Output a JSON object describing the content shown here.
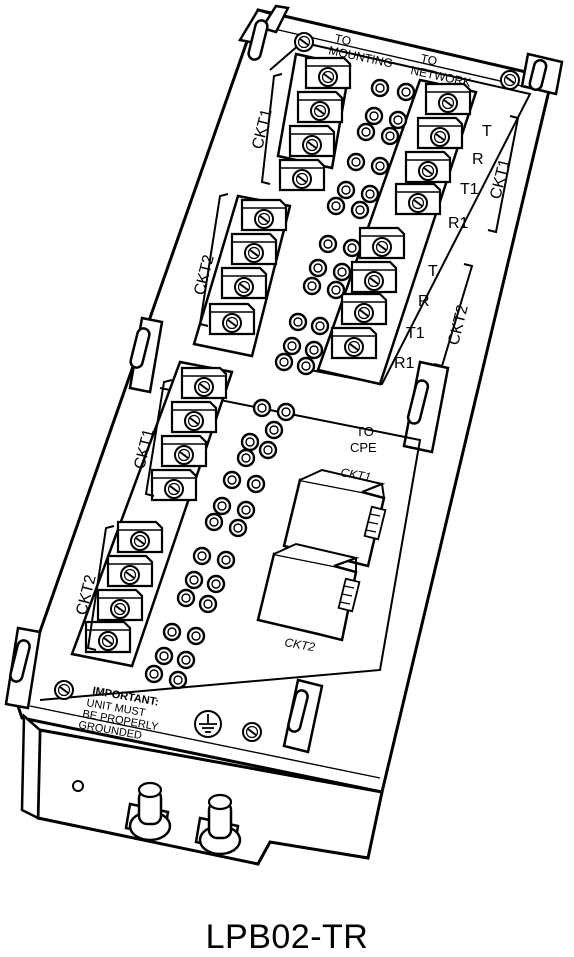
{
  "labels": {
    "to_mounting": [
      "TO",
      "MOUNTING"
    ],
    "to_network": [
      "TO",
      "NETWORK"
    ],
    "ckt1": "CKT1",
    "ckt2": "CKT2",
    "t": "T",
    "r": "R",
    "t1": "T1",
    "r1": "R1",
    "to_cpe": [
      "TO",
      "CPE"
    ],
    "important": "IMPORTANT:",
    "warning": [
      "UNIT MUST",
      "BE PROPERLY",
      "GROUNDED"
    ]
  },
  "model": "LPB02-TR",
  "colors": {
    "line": "#000000",
    "fill": "#ffffff",
    "shade": "#d9d9d9"
  }
}
